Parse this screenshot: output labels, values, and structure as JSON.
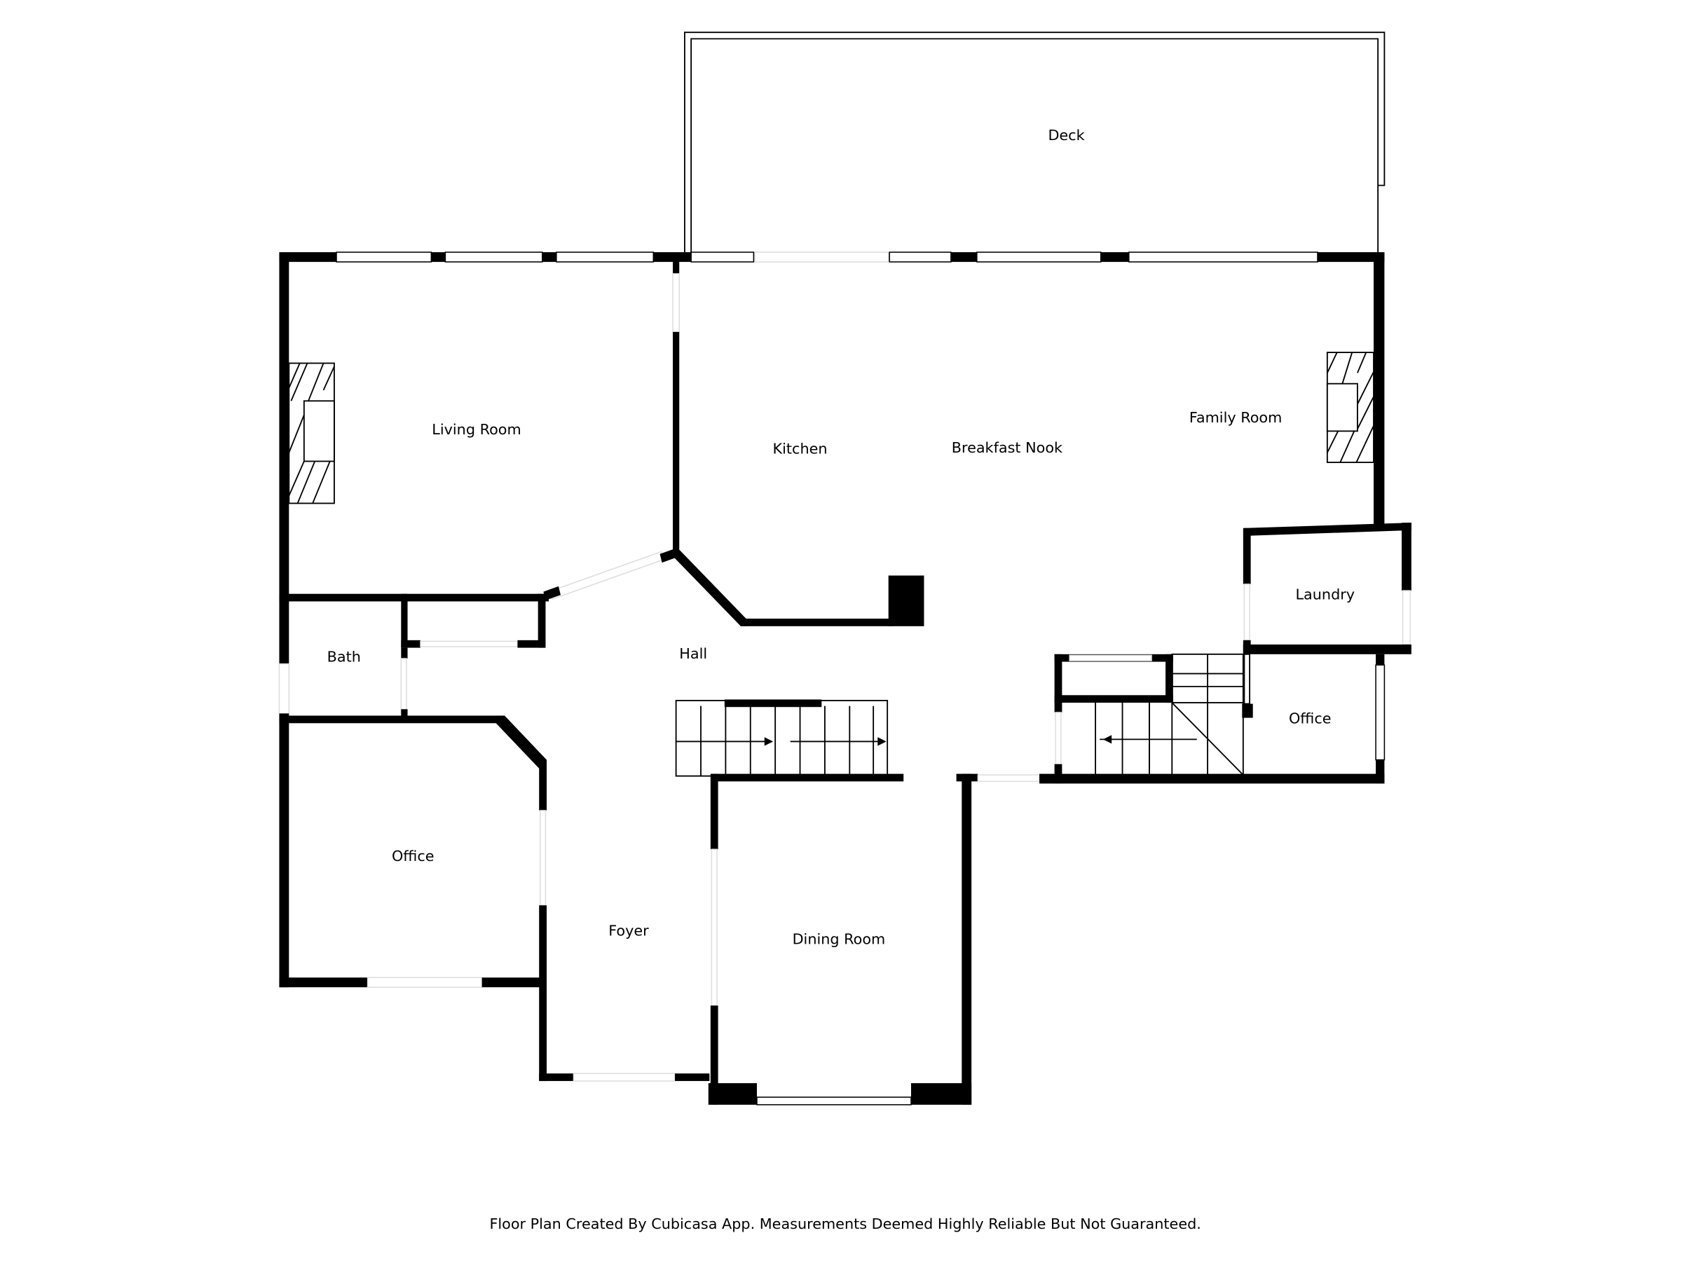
{
  "rooms": {
    "deck": "Deck",
    "living_room": "Living Room",
    "kitchen": "Kitchen",
    "breakfast_nook": "Breakfast Nook",
    "family_room": "Family Room",
    "laundry": "Laundry",
    "bath": "Bath",
    "hall": "Hall",
    "office_right": "Office",
    "office_left": "Office",
    "foyer": "Foyer",
    "dining_room": "Dining Room"
  },
  "footer": {
    "disclaimer": "Floor Plan Created By Cubicasa App. Measurements Deemed Highly Reliable But Not Guaranteed."
  }
}
